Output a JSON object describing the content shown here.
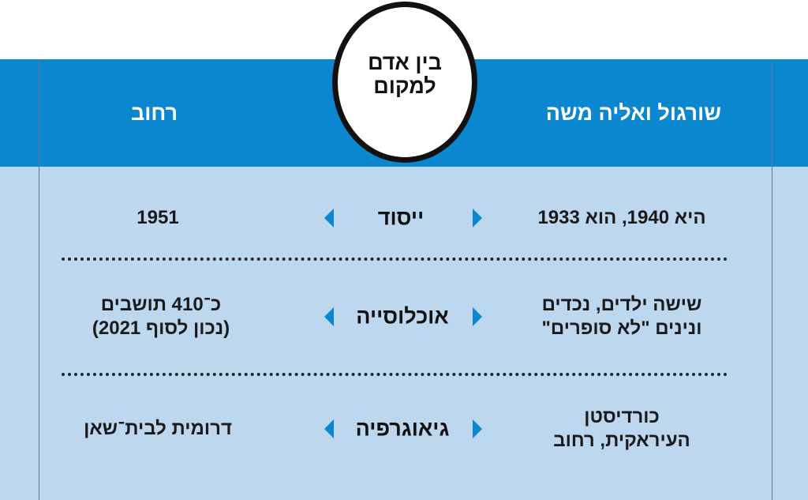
{
  "title": "בין אדם למקום",
  "title_lines": [
    "בין אדם",
    "למקום"
  ],
  "columns": {
    "right": "שורגול ואליה משה",
    "left": "רחוב"
  },
  "rows": [
    {
      "label": "ייסוד",
      "right": [
        "היא 1940, הוא 1933"
      ],
      "left": [
        "1951"
      ]
    },
    {
      "label": "אוכלוסייה",
      "right": [
        "שישה ילדים, נכדים",
        "ונינים \"לא סופרים\""
      ],
      "left": [
        "כ־410 תושבים",
        "(נכון לסוף 2021)"
      ]
    },
    {
      "label": "גיאוגרפיה",
      "right": [
        "כורדיסטן",
        "העיראקית, רחוב"
      ],
      "left": [
        "דרומית לבית־שאן"
      ]
    }
  ],
  "colors": {
    "band": "#0a87cf",
    "body": "#bdd7ee",
    "arrow": "#0a87cf"
  }
}
